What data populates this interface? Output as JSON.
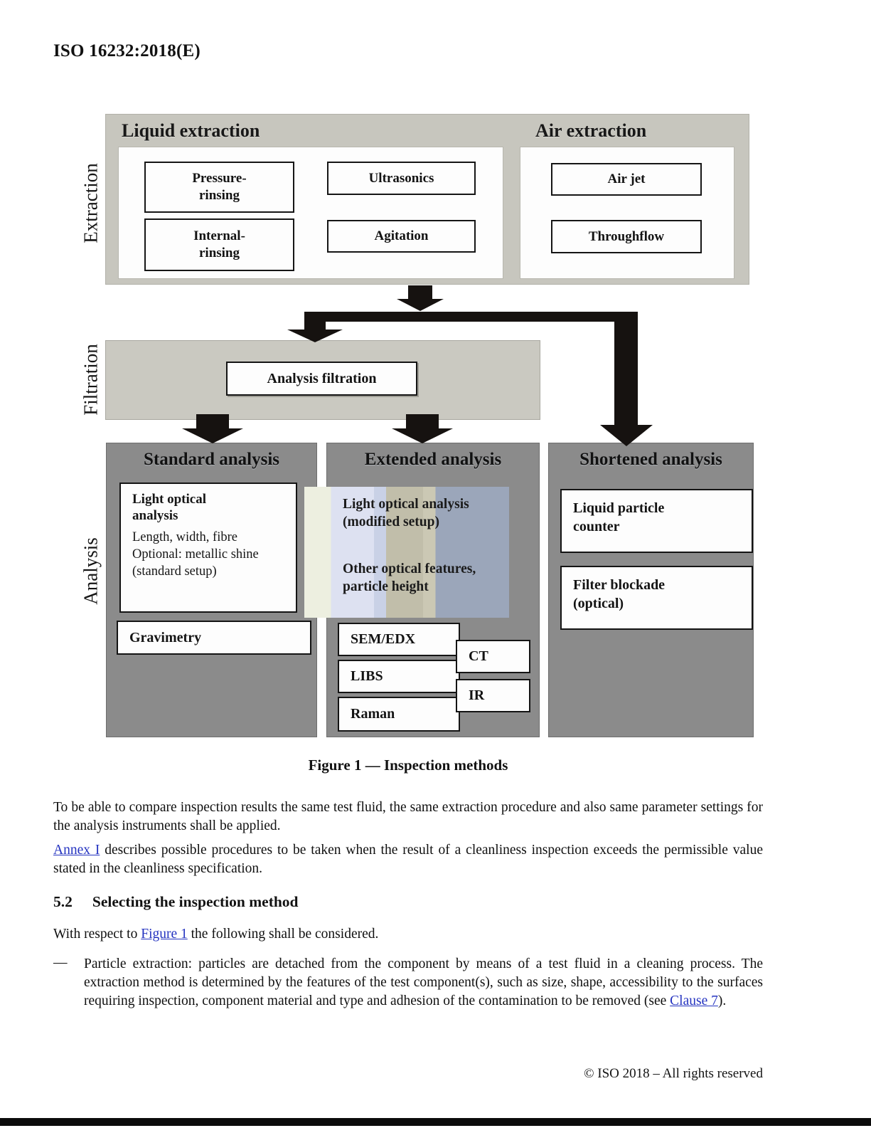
{
  "page": {
    "header_title": "ISO 16232:2018(E)",
    "footer": "© ISO 2018 – All rights reserved"
  },
  "figure": {
    "row_labels": [
      "Extraction",
      "Filtration",
      "Analysis"
    ],
    "liquid_extraction": {
      "title": "Liquid extraction",
      "methods": [
        "Pressure-rinsing",
        "Internal-rinsing",
        "Ultrasonics",
        "Agitation"
      ]
    },
    "air_extraction": {
      "title": "Air extraction",
      "methods": [
        "Air jet",
        "Throughflow"
      ]
    },
    "filtration_box": "Analysis filtration",
    "standard": {
      "title": "Standard analysis",
      "box1_title": "Light optical analysis",
      "box1_lines": [
        "Length, width, fibre",
        "Optional: metallic shine",
        "(standard setup)"
      ],
      "box2": "Gravimetry"
    },
    "extended": {
      "title": "Extended analysis",
      "note1": "Light optical analysis (modified setup)",
      "note2": "Other optical features, particle height",
      "boxes": [
        "SEM/EDX",
        "LIBS",
        "Raman",
        "CT",
        "IR"
      ]
    },
    "shortened": {
      "title": "Shortened analysis",
      "boxes": [
        "Liquid particle counter",
        "Filter blockade (optical)"
      ]
    },
    "caption": "Figure 1 — Inspection methods"
  },
  "text": {
    "p1": "To be able to compare inspection results the same test fluid, the same extraction procedure and also same parameter settings for the analysis instruments shall be applied.",
    "p2_segments": [
      {
        "text": "Annex I",
        "link": true,
        "name": "annex-i"
      },
      {
        "text": " describes possible procedures to be taken when the result of a cleanliness inspection exceeds the permissible value stated in the cleanliness specification."
      }
    ],
    "h52_num": "5.2",
    "h52_title": "Selecting the inspection method",
    "p3_segments": [
      {
        "text": "With respect to "
      },
      {
        "text": "Figure 1",
        "link": true,
        "name": "figure-1"
      },
      {
        "text": " the following shall be considered."
      }
    ],
    "bullet_dash": "—",
    "bullet_segments": [
      {
        "text": "Particle extraction: particles are detached from the component by means of a test fluid in a cleaning process. The extraction method is determined by the features of the test component(s), such as size, shape, accessibility to the surfaces requiring inspection, component material and type and adhesion of the contamination to be removed (see "
      },
      {
        "text": "Clause 7",
        "link": true,
        "name": "clause-7"
      },
      {
        "text": ")."
      }
    ]
  },
  "colors": {
    "stage_gray": "#c7c6be",
    "band_gray": "#cac9c1",
    "panel_gray": "#8b8b8b",
    "arrow_black": "#161210",
    "link_blue": "#2433c0"
  }
}
